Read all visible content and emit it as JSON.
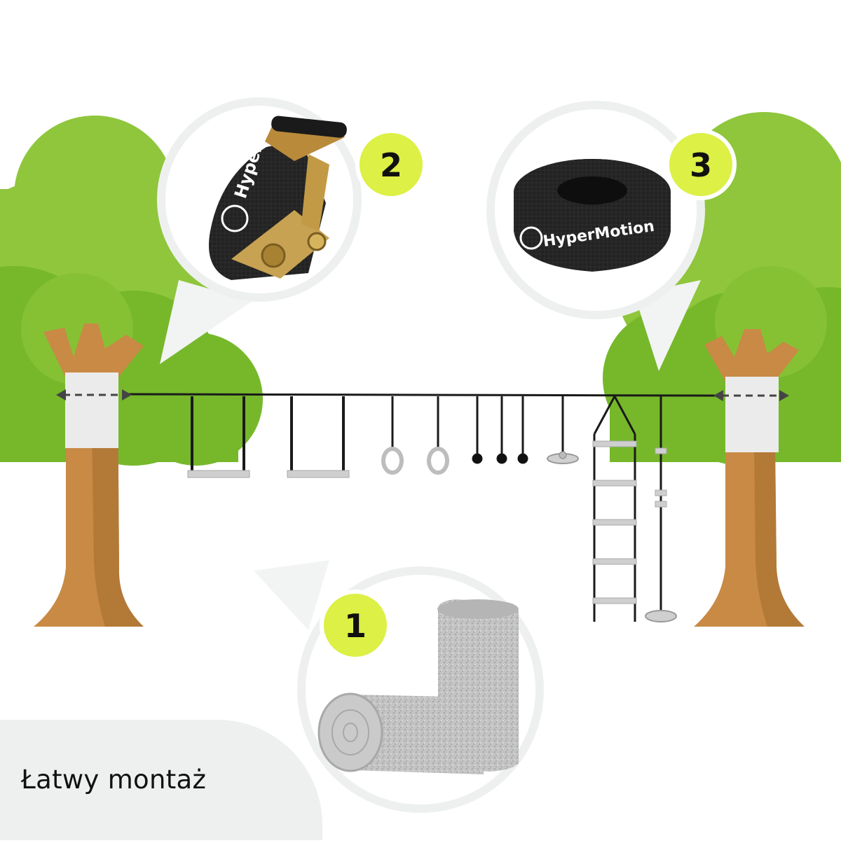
{
  "caption": "Łatwy montaż",
  "badges": [
    "1",
    "2",
    "3"
  ],
  "brand_text": {
    "ratchet": "Hyper",
    "strap": "HyperMotion"
  },
  "colors": {
    "foliage_light": "#8fc63c",
    "foliage_dark": "#76b82a",
    "trunk": "#c88a44",
    "trunk_dark": "#a26b2e",
    "badge": "#dcf045",
    "callout": "#f2f3f3",
    "felt": "#bfbfbf",
    "strap": "#1e1e1e"
  }
}
